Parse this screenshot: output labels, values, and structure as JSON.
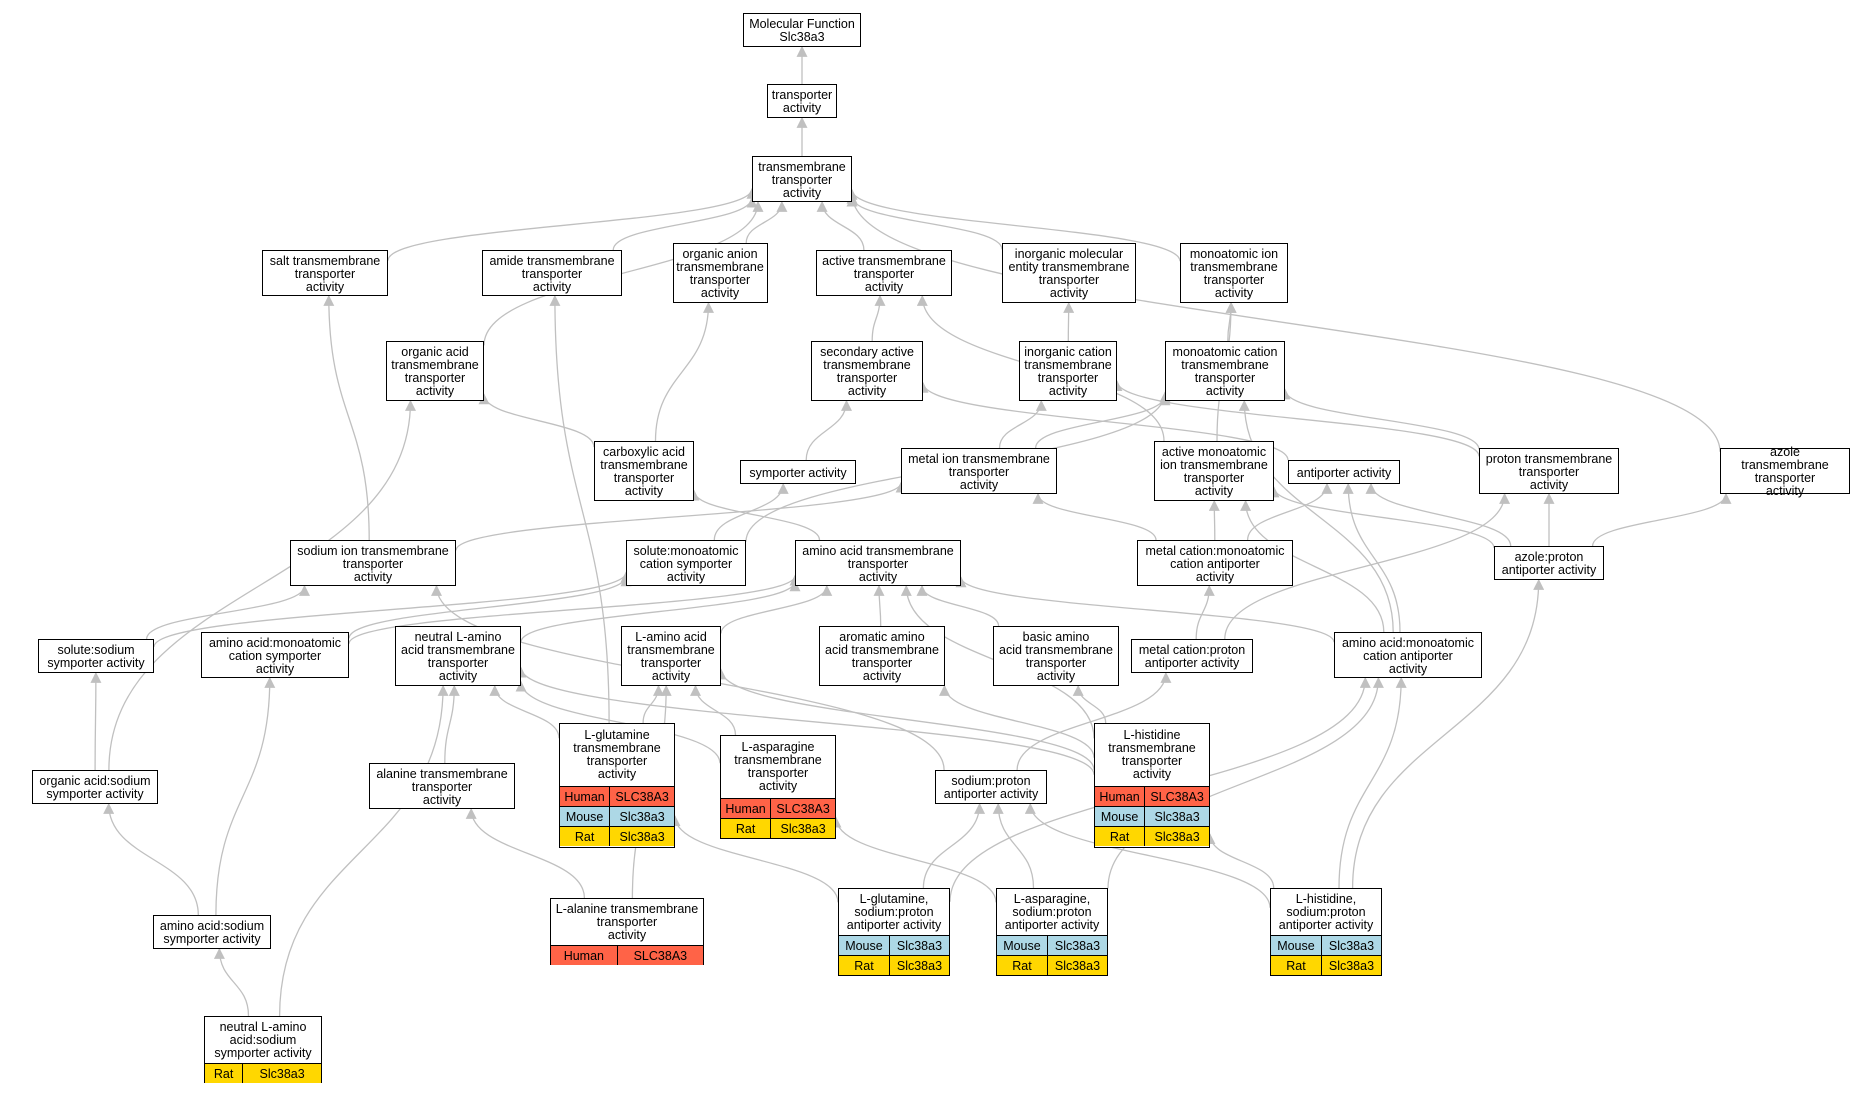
{
  "colors": {
    "edge": "#c0c0c0",
    "human": "#ff6347",
    "mouse": "#add8e6",
    "rat": "#ffd700"
  },
  "nodes": [
    {
      "id": "mf",
      "label": "Molecular Function\nSlc38a3"
    },
    {
      "id": "transporter",
      "label": "transporter\nactivity"
    },
    {
      "id": "tmt",
      "label": "transmembrane\ntransporter\nactivity"
    },
    {
      "id": "salt",
      "label": "salt transmembrane\ntransporter\nactivity"
    },
    {
      "id": "amide",
      "label": "amide transmembrane\ntransporter\nactivity"
    },
    {
      "id": "organic_anion",
      "label": "organic anion\ntransmembrane\ntransporter\nactivity"
    },
    {
      "id": "active_tmt",
      "label": "active transmembrane\ntransporter\nactivity"
    },
    {
      "id": "inorg_mol",
      "label": "inorganic molecular\nentity transmembrane\ntransporter\nactivity"
    },
    {
      "id": "monoatomic_ion",
      "label": "monoatomic ion\ntransmembrane\ntransporter\nactivity"
    },
    {
      "id": "organic_acid",
      "label": "organic acid\ntransmembrane\ntransporter\nactivity"
    },
    {
      "id": "secondary_active",
      "label": "secondary active\ntransmembrane\ntransporter\nactivity"
    },
    {
      "id": "inorg_cation",
      "label": "inorganic cation\ntransmembrane\ntransporter\nactivity"
    },
    {
      "id": "monoatomic_cation",
      "label": "monoatomic cation\ntransmembrane\ntransporter\nactivity"
    },
    {
      "id": "carboxylic",
      "label": "carboxylic acid\ntransmembrane\ntransporter\nactivity"
    },
    {
      "id": "symporter",
      "label": "symporter activity"
    },
    {
      "id": "metal_ion",
      "label": "metal ion transmembrane\ntransporter\nactivity"
    },
    {
      "id": "active_monoatomic",
      "label": "active monoatomic\nion transmembrane\ntransporter\nactivity"
    },
    {
      "id": "antiporter",
      "label": "antiporter activity"
    },
    {
      "id": "proton_tmt",
      "label": "proton transmembrane\ntransporter\nactivity"
    },
    {
      "id": "azole_tmt",
      "label": "azole transmembrane\ntransporter\nactivity"
    },
    {
      "id": "sodium_ion",
      "label": "sodium ion transmembrane\ntransporter\nactivity"
    },
    {
      "id": "solute_monoatomic",
      "label": "solute:monoatomic\ncation symporter\nactivity"
    },
    {
      "id": "amino_acid_tmt",
      "label": "amino acid transmembrane\ntransporter\nactivity"
    },
    {
      "id": "metal_cation_anti",
      "label": "metal cation:monoatomic\ncation antiporter\nactivity"
    },
    {
      "id": "azole_proton",
      "label": "azole:proton\nantiporter activity"
    },
    {
      "id": "solute_sodium",
      "label": "solute:sodium\nsymporter activity"
    },
    {
      "id": "aa_monoatomic_sym",
      "label": "amino acid:monoatomic\ncation symporter\nactivity"
    },
    {
      "id": "neutral_l_aa",
      "label": "neutral L-amino\nacid transmembrane\ntransporter\nactivity"
    },
    {
      "id": "l_aa",
      "label": "L-amino acid\ntransmembrane\ntransporter\nactivity"
    },
    {
      "id": "aromatic_aa",
      "label": "aromatic amino\nacid transmembrane\ntransporter\nactivity"
    },
    {
      "id": "basic_aa",
      "label": "basic amino\nacid transmembrane\ntransporter\nactivity"
    },
    {
      "id": "metal_cation_proton",
      "label": "metal cation:proton\nantiporter activity"
    },
    {
      "id": "aa_monoatomic_anti",
      "label": "amino acid:monoatomic\ncation antiporter\nactivity"
    },
    {
      "id": "organic_acid_sodium",
      "label": "organic acid:sodium\nsymporter activity"
    },
    {
      "id": "alanine_tmt",
      "label": "alanine transmembrane\ntransporter\nactivity"
    },
    {
      "id": "l_glutamine",
      "label": "L-glutamine\ntransmembrane\ntransporter\nactivity",
      "genes": [
        [
          "Human",
          "SLC38A3"
        ],
        [
          "Mouse",
          "Slc38a3"
        ],
        [
          "Rat",
          "Slc38a3"
        ]
      ]
    },
    {
      "id": "l_asparagine",
      "label": "L-asparagine\ntransmembrane\ntransporter\nactivity",
      "genes": [
        [
          "Human",
          "SLC38A3"
        ],
        [
          "Rat",
          "Slc38a3"
        ]
      ]
    },
    {
      "id": "sodium_proton",
      "label": "sodium:proton\nantiporter activity"
    },
    {
      "id": "l_histidine",
      "label": "L-histidine\ntransmembrane\ntransporter\nactivity",
      "genes": [
        [
          "Human",
          "SLC38A3"
        ],
        [
          "Mouse",
          "Slc38a3"
        ],
        [
          "Rat",
          "Slc38a3"
        ]
      ]
    },
    {
      "id": "aa_sodium",
      "label": "amino acid:sodium\nsymporter activity"
    },
    {
      "id": "l_alanine",
      "label": "L-alanine transmembrane\ntransporter\nactivity",
      "genes": [
        [
          "Human",
          "SLC38A3"
        ]
      ]
    },
    {
      "id": "gln_sodium_proton",
      "label": "L-glutamine,\nsodium:proton\nantiporter activity",
      "genes": [
        [
          "Mouse",
          "Slc38a3"
        ],
        [
          "Rat",
          "Slc38a3"
        ]
      ]
    },
    {
      "id": "asn_sodium_proton",
      "label": "L-asparagine,\nsodium:proton\nantiporter activity",
      "genes": [
        [
          "Mouse",
          "Slc38a3"
        ],
        [
          "Rat",
          "Slc38a3"
        ]
      ]
    },
    {
      "id": "his_sodium_proton",
      "label": "L-histidine,\nsodium:proton\nantiporter activity",
      "genes": [
        [
          "Mouse",
          "Slc38a3"
        ],
        [
          "Rat",
          "Slc38a3"
        ]
      ]
    },
    {
      "id": "neutral_aa_sodium",
      "label": "neutral L-amino\nacid:sodium\nsymporter activity",
      "genes": [
        [
          "Rat",
          "Slc38a3"
        ]
      ]
    }
  ],
  "edges": [
    [
      "transporter",
      "mf"
    ],
    [
      "tmt",
      "transporter"
    ],
    [
      "salt",
      "tmt"
    ],
    [
      "amide",
      "tmt"
    ],
    [
      "organic_anion",
      "tmt"
    ],
    [
      "active_tmt",
      "tmt"
    ],
    [
      "inorg_mol",
      "tmt"
    ],
    [
      "monoatomic_ion",
      "tmt"
    ],
    [
      "organic_acid",
      "tmt"
    ],
    [
      "azole_tmt",
      "tmt"
    ],
    [
      "secondary_active",
      "active_tmt"
    ],
    [
      "inorg_cation",
      "inorg_mol"
    ],
    [
      "monoatomic_cation",
      "monoatomic_ion"
    ],
    [
      "carboxylic",
      "organic_acid"
    ],
    [
      "carboxylic",
      "organic_anion"
    ],
    [
      "symporter",
      "secondary_active"
    ],
    [
      "metal_ion",
      "inorg_cation"
    ],
    [
      "metal_ion",
      "monoatomic_cation"
    ],
    [
      "active_monoatomic",
      "active_tmt"
    ],
    [
      "active_monoatomic",
      "monoatomic_ion"
    ],
    [
      "antiporter",
      "secondary_active"
    ],
    [
      "proton_tmt",
      "inorg_cation"
    ],
    [
      "proton_tmt",
      "monoatomic_cation"
    ],
    [
      "sodium_ion",
      "salt"
    ],
    [
      "sodium_ion",
      "metal_ion"
    ],
    [
      "solute_monoatomic",
      "symporter"
    ],
    [
      "solute_monoatomic",
      "monoatomic_cation"
    ],
    [
      "amino_acid_tmt",
      "carboxylic"
    ],
    [
      "metal_cation_anti",
      "active_monoatomic"
    ],
    [
      "metal_cation_anti",
      "antiporter"
    ],
    [
      "metal_cation_anti",
      "metal_ion"
    ],
    [
      "azole_proton",
      "antiporter"
    ],
    [
      "azole_proton",
      "proton_tmt"
    ],
    [
      "azole_proton",
      "azole_tmt"
    ],
    [
      "azole_proton",
      "active_monoatomic"
    ],
    [
      "solute_sodium",
      "sodium_ion"
    ],
    [
      "solute_sodium",
      "solute_monoatomic"
    ],
    [
      "aa_monoatomic_sym",
      "solute_monoatomic"
    ],
    [
      "aa_monoatomic_sym",
      "amino_acid_tmt"
    ],
    [
      "neutral_l_aa",
      "amino_acid_tmt"
    ],
    [
      "l_aa",
      "amino_acid_tmt"
    ],
    [
      "aromatic_aa",
      "amino_acid_tmt"
    ],
    [
      "basic_aa",
      "amino_acid_tmt"
    ],
    [
      "metal_cation_proton",
      "metal_cation_anti"
    ],
    [
      "metal_cation_proton",
      "proton_tmt"
    ],
    [
      "aa_monoatomic_anti",
      "amino_acid_tmt"
    ],
    [
      "aa_monoatomic_anti",
      "antiporter"
    ],
    [
      "aa_monoatomic_anti",
      "active_monoatomic"
    ],
    [
      "aa_monoatomic_anti",
      "monoatomic_cation"
    ],
    [
      "organic_acid_sodium",
      "solute_sodium"
    ],
    [
      "organic_acid_sodium",
      "organic_acid"
    ],
    [
      "alanine_tmt",
      "neutral_l_aa"
    ],
    [
      "l_glutamine",
      "neutral_l_aa"
    ],
    [
      "l_glutamine",
      "l_aa"
    ],
    [
      "l_glutamine",
      "amide"
    ],
    [
      "l_asparagine",
      "neutral_l_aa"
    ],
    [
      "l_asparagine",
      "l_aa"
    ],
    [
      "sodium_proton",
      "metal_cation_proton"
    ],
    [
      "sodium_proton",
      "sodium_ion"
    ],
    [
      "l_histidine",
      "l_aa"
    ],
    [
      "l_histidine",
      "aromatic_aa"
    ],
    [
      "l_histidine",
      "basic_aa"
    ],
    [
      "l_histidine",
      "neutral_l_aa"
    ],
    [
      "l_histidine",
      "amino_acid_tmt"
    ],
    [
      "aa_sodium",
      "organic_acid_sodium"
    ],
    [
      "aa_sodium",
      "aa_monoatomic_sym"
    ],
    [
      "l_alanine",
      "alanine_tmt"
    ],
    [
      "l_alanine",
      "l_aa"
    ],
    [
      "gln_sodium_proton",
      "l_glutamine"
    ],
    [
      "gln_sodium_proton",
      "sodium_proton"
    ],
    [
      "gln_sodium_proton",
      "aa_monoatomic_anti"
    ],
    [
      "asn_sodium_proton",
      "l_asparagine"
    ],
    [
      "asn_sodium_proton",
      "sodium_proton"
    ],
    [
      "asn_sodium_proton",
      "aa_monoatomic_anti"
    ],
    [
      "his_sodium_proton",
      "l_histidine"
    ],
    [
      "his_sodium_proton",
      "sodium_proton"
    ],
    [
      "his_sodium_proton",
      "aa_monoatomic_anti"
    ],
    [
      "his_sodium_proton",
      "azole_proton"
    ],
    [
      "neutral_aa_sodium",
      "aa_sodium"
    ],
    [
      "neutral_aa_sodium",
      "neutral_l_aa"
    ]
  ]
}
